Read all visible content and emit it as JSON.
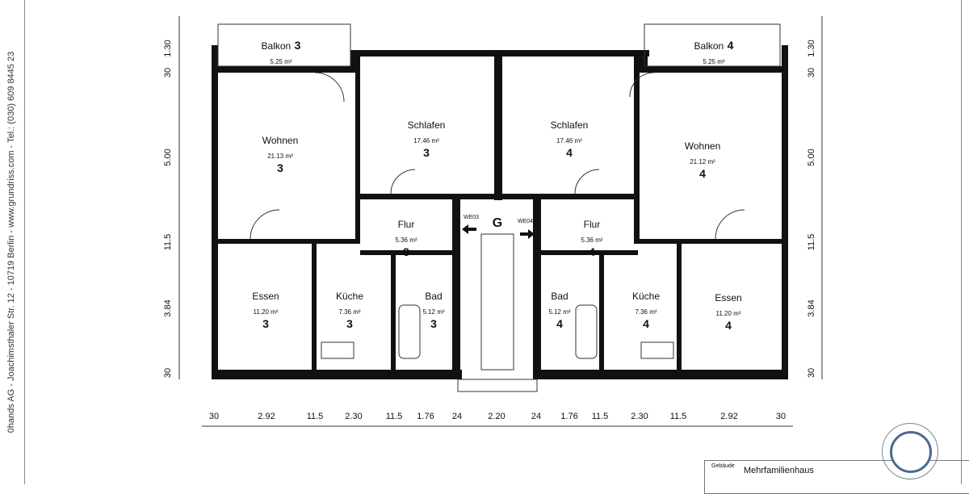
{
  "sidebar": {
    "imprint": "0hands AG - Joachimsthaler Str. 12 - 10719 Berlin -   www.grundriss.com   -   Tel.: (030) 609 8445 23"
  },
  "rooms": [
    {
      "name": "Balkon",
      "area": "5.25 m²",
      "unit": "3"
    },
    {
      "name": "Wohnen",
      "area": "21.13 m²",
      "unit": "3"
    },
    {
      "name": "Schlafen",
      "area": "17.46 m²",
      "unit": "3"
    },
    {
      "name": "Flur",
      "area": "5.36 m²",
      "unit": "3"
    },
    {
      "name": "Essen",
      "area": "11.20 m²",
      "unit": "3"
    },
    {
      "name": "Küche",
      "area": "7.36 m²",
      "unit": "3"
    },
    {
      "name": "Bad",
      "area": "5.12 m²",
      "unit": "3"
    },
    {
      "name": "Balkon",
      "area": "5.25 m²",
      "unit": "4"
    },
    {
      "name": "Schlafen",
      "area": "17.46 m²",
      "unit": "4"
    },
    {
      "name": "Wohnen",
      "area": "21.12 m²",
      "unit": "4"
    },
    {
      "name": "Flur",
      "area": "5.36 m²",
      "unit": "4"
    },
    {
      "name": "Bad",
      "area": "5.12 m²",
      "unit": "4"
    },
    {
      "name": "Küche",
      "area": "7.36 m²",
      "unit": "4"
    },
    {
      "name": "Essen",
      "area": "11.20 m²",
      "unit": "4"
    }
  ],
  "stair": {
    "label": "G",
    "left": "WE03",
    "right": "WE04"
  },
  "dims_bottom": [
    "30",
    "2.92",
    "11.5",
    "2.30",
    "11.5",
    "1.76",
    "24",
    "2.20",
    "24",
    "1.76",
    "11.5",
    "2.30",
    "11.5",
    "2.92",
    "30"
  ],
  "dims_side": [
    "1.30",
    "30",
    "5.00",
    "11.5",
    "3.84",
    "30"
  ],
  "titleblock": {
    "label": "Gebäude",
    "value": "Mehrfamilienhaus"
  }
}
